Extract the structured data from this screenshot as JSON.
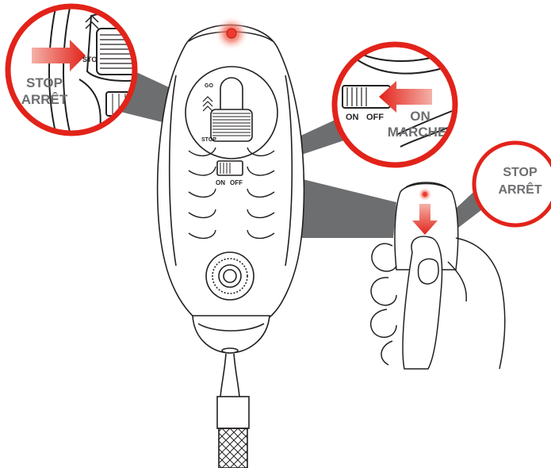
{
  "device": {
    "switch_on_label": "ON",
    "switch_off_label": "OFF",
    "go_label": "GO",
    "stop_small_label": "STOP"
  },
  "callouts": {
    "top_left": {
      "line1": "STOP",
      "line2": "ARRÊT",
      "inner_fragment": "STO"
    },
    "top_right": {
      "line1": "ON",
      "line2": "MARCHE",
      "switch_on": "ON",
      "switch_off": "OFF"
    },
    "right": {
      "line1": "STOP",
      "line2": "ARRÊT"
    }
  },
  "colors": {
    "red": "#e2231a",
    "led": "#ee3b2f",
    "grey_callout": "#6d6e70",
    "outline": "#231f20"
  }
}
